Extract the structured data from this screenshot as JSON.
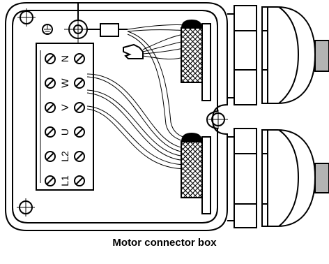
{
  "caption": "Motor connector box",
  "terminals": [
    "N",
    "W",
    "V",
    "U",
    "L2",
    "L1"
  ],
  "earth_symbol": "⏚",
  "colors": {
    "ink": "#000000",
    "paper": "#ffffff",
    "cable": "#b3b3b3"
  }
}
